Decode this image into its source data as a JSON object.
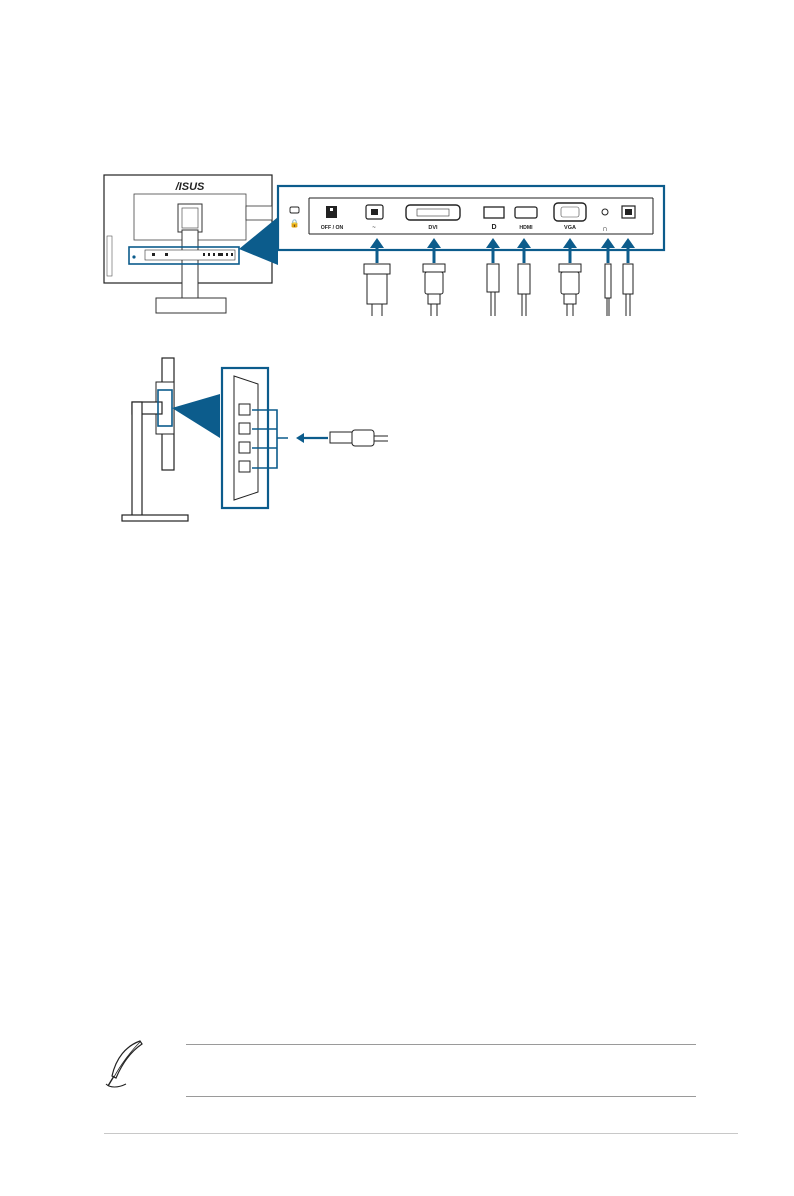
{
  "rear_panel": {
    "brand_logo": "/ISUS",
    "port_labels": [
      "OFF / ON",
      "DVI",
      "HDMI",
      "VGA"
    ],
    "accent_color": "#0c5c8c"
  },
  "note": {
    "icon": "feather-pen-icon"
  }
}
